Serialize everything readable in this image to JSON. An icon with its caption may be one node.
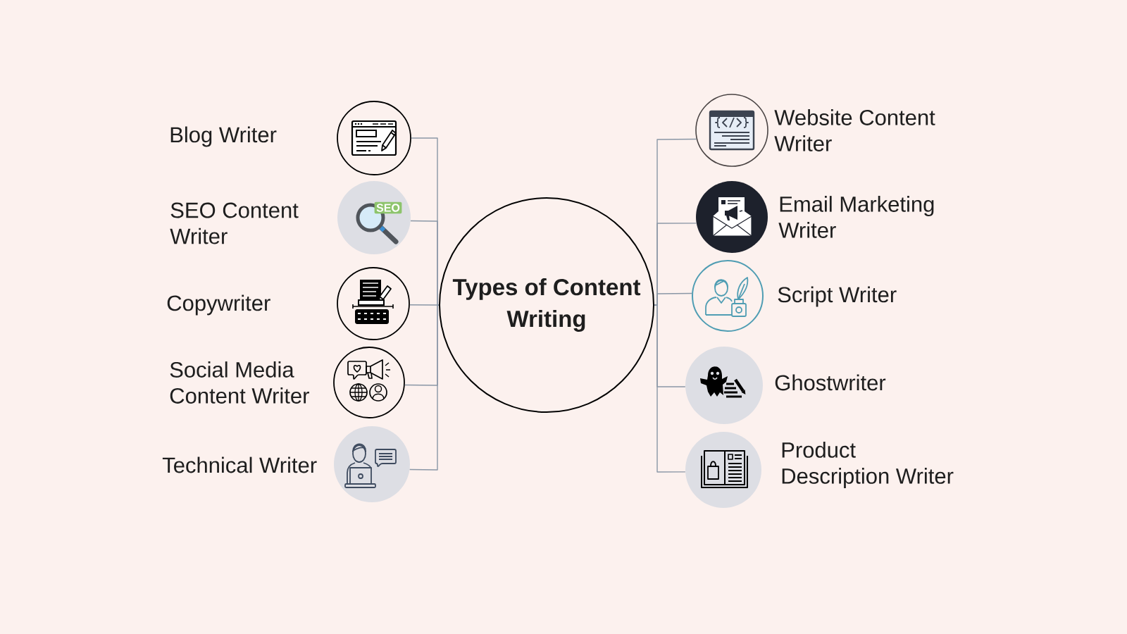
{
  "diagram": {
    "nodes": [
      {
        "text": [
          "Types of Content Writing"
        ]
      },
      {
        "text": [],
        "shape": "circle",
        "beside": [
          "Blog Writer"
        ]
      },
      {
        "text": [],
        "shape": "circle",
        "beside": [
          "SEO Content Writer"
        ]
      },
      {
        "text": [],
        "shape": "circle",
        "beside": [
          "Copywriter"
        ]
      },
      {
        "text": [],
        "shape": "circle",
        "beside": [
          "Social Media Content Writer"
        ]
      },
      {
        "text": [],
        "shape": "circle",
        "beside": [
          "Technical Writer"
        ]
      },
      {
        "text": [],
        "shape": "circle",
        "beside": [
          "Website Content Writer"
        ]
      },
      {
        "text": [],
        "shape": "circle",
        "beside": [
          "Email Marketing Writer"
        ]
      },
      {
        "text": [],
        "shape": "circle",
        "beside": [
          "Script Writer"
        ]
      },
      {
        "text": [],
        "shape": "circle",
        "beside": [
          "Ghostwriter"
        ]
      },
      {
        "text": [],
        "shape": "circle",
        "beside": [
          "Product Description Writer"
        ]
      }
    ],
    "edges": [
      {
        "from": 0,
        "to": 1,
        "arrow": "none"
      },
      {
        "from": 0,
        "to": 2,
        "arrow": "none"
      },
      {
        "from": 0,
        "to": 3,
        "arrow": "none"
      },
      {
        "from": 0,
        "to": 4,
        "arrow": "none"
      },
      {
        "from": 0,
        "to": 5,
        "arrow": "none"
      },
      {
        "from": 0,
        "to": 6,
        "arrow": "none"
      },
      {
        "from": 0,
        "to": 7,
        "arrow": "none"
      },
      {
        "from": 0,
        "to": 8,
        "arrow": "none"
      },
      {
        "from": 0,
        "to": 9,
        "arrow": "none"
      },
      {
        "from": 0,
        "to": 10,
        "arrow": "none"
      }
    ],
    "labels": [
      "SEO"
    ]
  }
}
